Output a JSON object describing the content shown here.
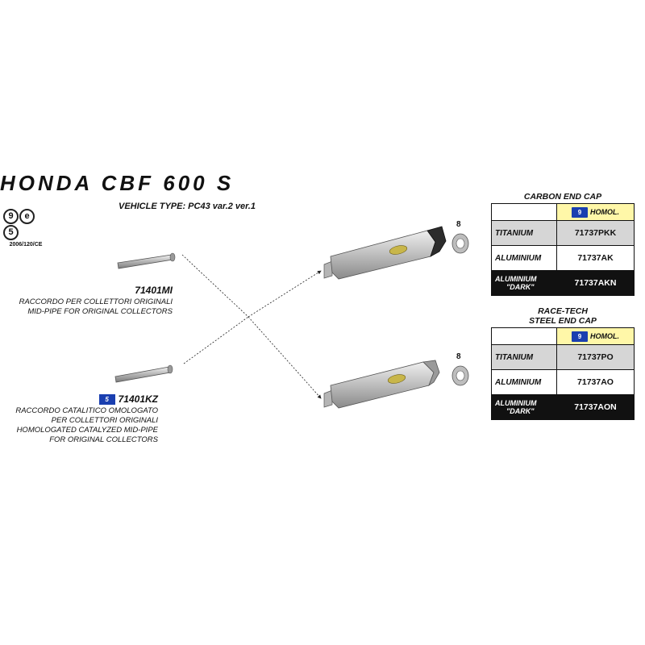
{
  "header": {
    "model_title": "HONDA CBF 600 S",
    "vehicle_type": "VEHICLE TYPE: PC43 var.2 ver.1"
  },
  "homologation": {
    "mark_1": "9",
    "mark_2": "e",
    "mark_3": "5",
    "code": "2006/120/CE"
  },
  "parts": [
    {
      "code": "71401MI",
      "desc_1": "RACCORDO PER COLLETTORI ORIGINALI",
      "desc_2": "MID-PIPE FOR ORIGINAL COLLECTORS"
    },
    {
      "flag": "5",
      "code": "71401KZ",
      "desc_1": "RACCORDO CATALITICO OMOLOGATO",
      "desc_2": "PER COLLETTORI ORIGINALI",
      "desc_3": "HOMOLOGATED CATALYZED MID-PIPE",
      "desc_4": "FOR ORIGINAL COLLECTORS"
    }
  ],
  "quantities": [
    "8",
    "8"
  ],
  "tables": [
    {
      "title_1": "CARBON END CAP",
      "header_flag": "9",
      "header_label": "HOMOL.",
      "rows": [
        {
          "material": "TITANIUM",
          "code": "71737PKK"
        },
        {
          "material": "ALUMINIUM",
          "code": "71737AK"
        },
        {
          "material": "ALUMINIUM",
          "material_2": "\"DARK\"",
          "code": "71737AKN"
        }
      ]
    },
    {
      "title_1": "RACE-TECH",
      "title_2": "STEEL END CAP",
      "header_flag": "9",
      "header_label": "HOMOL.",
      "rows": [
        {
          "material": "TITANIUM",
          "code": "71737PO"
        },
        {
          "material": "ALUMINIUM",
          "code": "71737AO"
        },
        {
          "material": "ALUMINIUM",
          "material_2": "\"DARK\"",
          "code": "71737AON"
        }
      ]
    }
  ],
  "colors": {
    "homol_header": "#fff7a8",
    "titanium_row": "#d6d6d6",
    "dark_row": "#111111",
    "eu_flag": "#1a3fb0"
  }
}
